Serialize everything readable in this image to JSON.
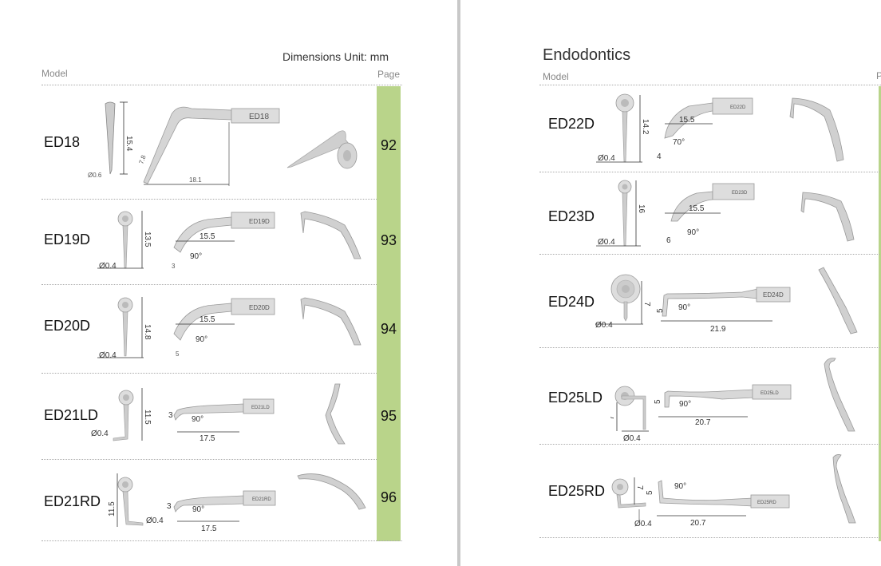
{
  "left": {
    "dimensions_unit": "Dimensions Unit: mm",
    "col_model": "Model",
    "col_page": "Page",
    "rows": [
      {
        "model": "ED18",
        "page": "92",
        "tip_label": "ED18",
        "dims": {
          "height": "15.4",
          "dia": "Ø0.6",
          "a": "7.8",
          "b": "18.1"
        }
      },
      {
        "model": "ED19D",
        "page": "93",
        "tip_label": "ED19D",
        "dims": {
          "height": "13.5",
          "dia": "Ø0.4",
          "a": "15.5",
          "b": "3",
          "angle": "90°"
        }
      },
      {
        "model": "ED20D",
        "page": "94",
        "tip_label": "ED20D",
        "dims": {
          "height": "14.8",
          "dia": "Ø0.4",
          "a": "15.5",
          "b": "5",
          "angle": "90°"
        }
      },
      {
        "model": "ED21LD",
        "page": "95",
        "tip_label": "ED21LD",
        "dims": {
          "height": "11.5",
          "dia": "Ø0.4",
          "a": "17.5",
          "b": "3",
          "angle": "90°"
        }
      },
      {
        "model": "ED21RD",
        "page": "96",
        "tip_label": "ED21RD",
        "dims": {
          "height": "11.5",
          "dia": "Ø0.4",
          "a": "17.5",
          "b": "3",
          "angle": "90°"
        }
      }
    ]
  },
  "right": {
    "title": "Endodontics",
    "col_model": "Model",
    "col_page_partial": "P",
    "rows": [
      {
        "model": "ED22D",
        "tip_label": "ED22D",
        "dims": {
          "height": "14.2",
          "dia": "Ø0.4",
          "a": "15.5",
          "b": "4",
          "angle": "70°"
        }
      },
      {
        "model": "ED23D",
        "tip_label": "ED23D",
        "dims": {
          "height": "16",
          "dia": "Ø0.4",
          "a": "15.5",
          "b": "6",
          "angle": "90°"
        }
      },
      {
        "model": "ED24D",
        "tip_label": "ED24D",
        "dims": {
          "height": "7",
          "dia": "Ø0.4",
          "a": "21.9",
          "b": "5",
          "angle": "90°"
        }
      },
      {
        "model": "ED25LD",
        "tip_label": "ED25LD",
        "dims": {
          "height": "7",
          "dia": "Ø0.4",
          "a": "20.7",
          "b": "5",
          "angle": "90°"
        }
      },
      {
        "model": "ED25RD",
        "tip_label": "ED25RD",
        "dims": {
          "height": "7",
          "dia": "Ø0.4",
          "a": "20.7",
          "b": "5",
          "angle": "90°"
        }
      }
    ]
  }
}
